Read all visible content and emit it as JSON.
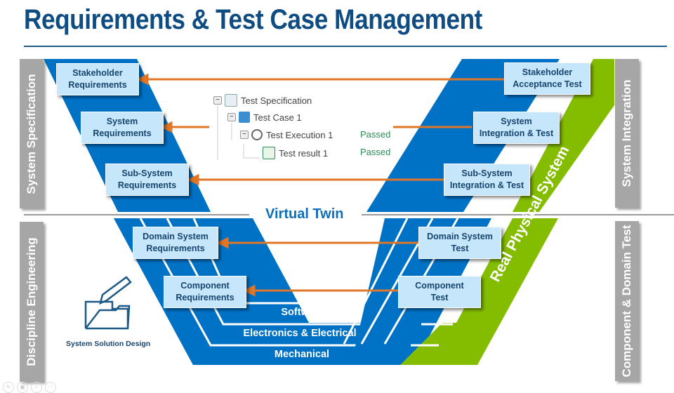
{
  "title": "Requirements & Test Case Management",
  "colors": {
    "title_blue": "#0f4c81",
    "v_blue": "#0072c6",
    "green": "#84bd00",
    "box_fill": "#c5e6fb",
    "box_text": "#17456e",
    "arrow_orange": "#e07626",
    "side_gray": "#a6a6a6",
    "passed_green": "#2e8b57"
  },
  "side_labels": {
    "top_left": "System Specification",
    "bottom_left": "Discipline Engineering",
    "top_right": "System Integration",
    "bottom_right": "Component & Domain Test"
  },
  "left_boxes": [
    {
      "label": "Stakeholder\nRequirements"
    },
    {
      "label": "System\nRequirements"
    },
    {
      "label": "Sub-System\nRequirements"
    },
    {
      "label": "Domain System\nRequirements"
    },
    {
      "label": "Component\nRequirements"
    }
  ],
  "right_boxes": [
    {
      "label": "Stakeholder\nAcceptance Test"
    },
    {
      "label": "System\nIntegration & Test"
    },
    {
      "label": "Sub-System\nIntegration & Test"
    },
    {
      "label": "Domain System\nTest"
    },
    {
      "label": "Component\nTest"
    }
  ],
  "bands": [
    "Software",
    "Electronics & Electrical",
    "Mechanical"
  ],
  "virtual_twin": "Virtual Twin",
  "real_physical_system": "Real Physical System",
  "solution_design": {
    "label": "System Solution Design",
    "icon": "folder-pencil-icon"
  },
  "test_tree": [
    {
      "label": "Test Specification",
      "icon": "test-spec-icon",
      "status": ""
    },
    {
      "label": "Test Case 1",
      "icon": "test-case-icon",
      "status": ""
    },
    {
      "label": "Test Execution 1",
      "icon": "gear-play-icon",
      "status": "Passed"
    },
    {
      "label": "Test result 1",
      "icon": "test-result-icon",
      "status": "Passed"
    }
  ],
  "controls": [
    "pencil-icon",
    "save-icon",
    "zoom-icon",
    "more-icon"
  ]
}
